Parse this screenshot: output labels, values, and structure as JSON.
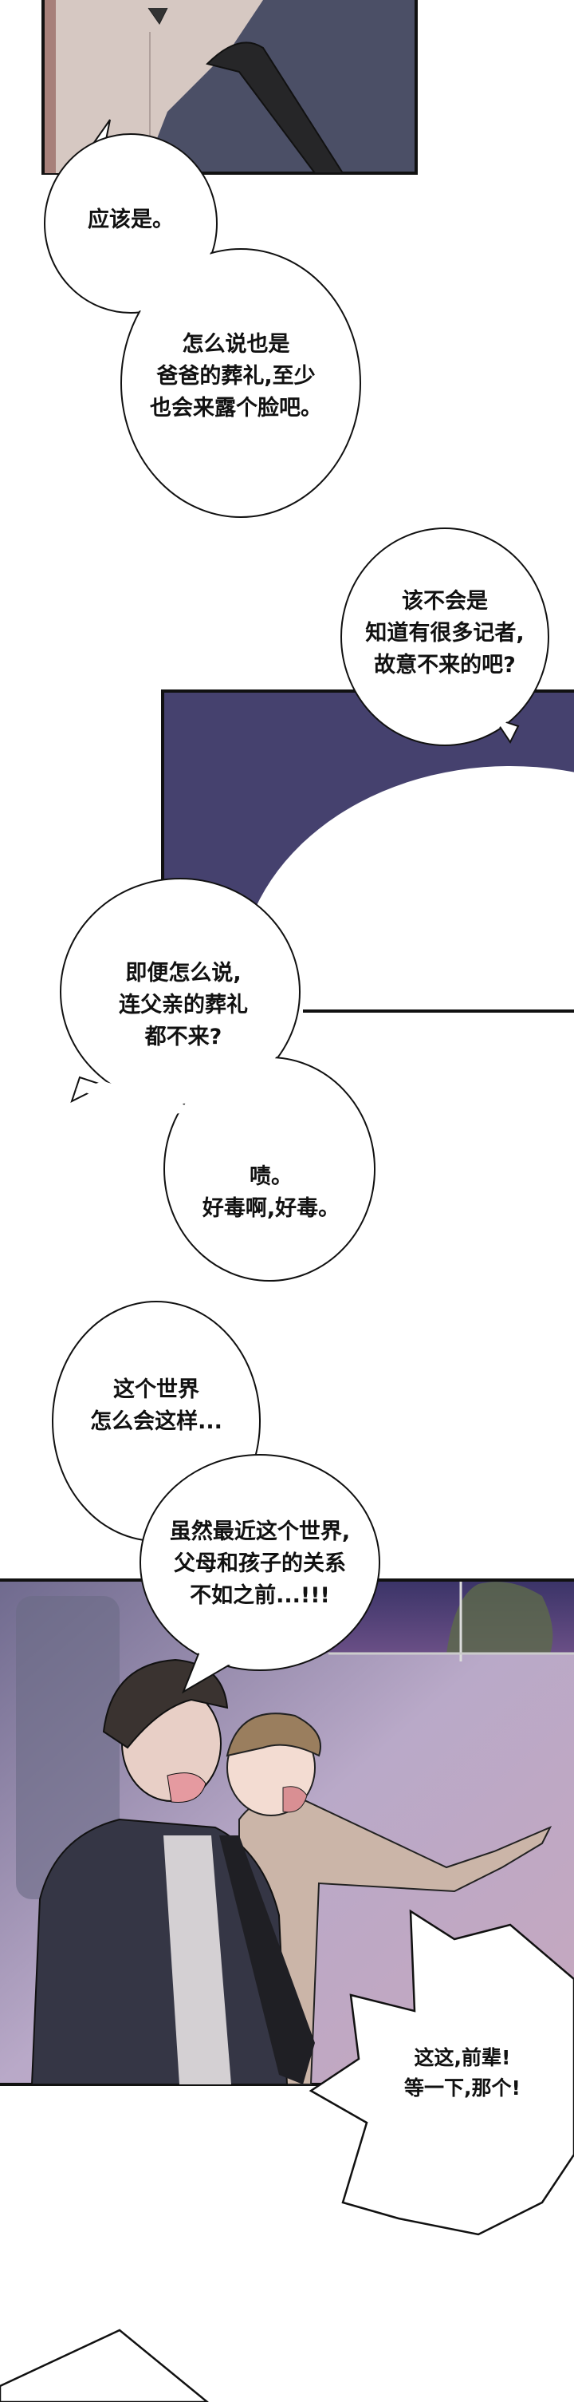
{
  "bubbles": {
    "b1": {
      "lines": [
        "应该是。"
      ]
    },
    "b2": {
      "lines": [
        "怎么说也是",
        "爸爸的葬礼,至少",
        "也会来露个脸吧。"
      ]
    },
    "b3": {
      "lines": [
        "该不会是",
        "知道有很多记者,",
        "故意不来的吧?"
      ]
    },
    "b4": {
      "lines": [
        "即便怎么说,",
        "连父亲的葬礼",
        "都不来?"
      ]
    },
    "b5": {
      "lines": [
        "啧。",
        "好毒啊,好毒。"
      ]
    },
    "b6": {
      "lines": [
        "这个世界",
        "怎么会这样..."
      ]
    },
    "b7": {
      "lines": [
        "虽然最近这个世界,",
        "父母和孩子的关系",
        "不如之前...!!!"
      ]
    },
    "b8": {
      "lines": [
        "这这,前辈!",
        "等一下,那个!"
      ]
    }
  },
  "colors": {
    "night_panel": "#45416e",
    "ink": "#111111"
  }
}
